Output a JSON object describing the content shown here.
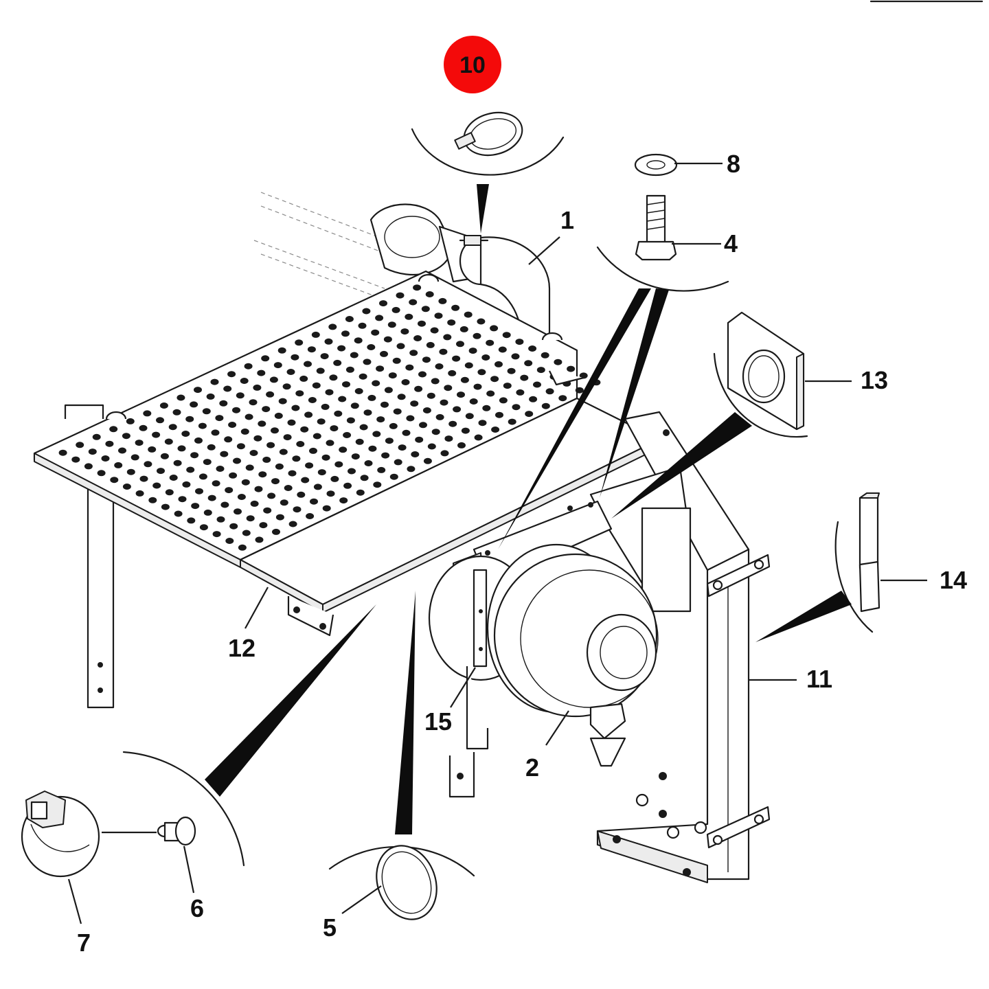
{
  "diagram": {
    "highlight_color": "#f40a0a",
    "callouts": {
      "c1": "1",
      "c2": "2",
      "c4": "4",
      "c5": "5",
      "c6": "6",
      "c7": "7",
      "c8": "8",
      "c10": "10",
      "c11": "11",
      "c12": "12",
      "c13": "13",
      "c14": "14",
      "c15": "15"
    },
    "highlighted_callout": "10"
  }
}
